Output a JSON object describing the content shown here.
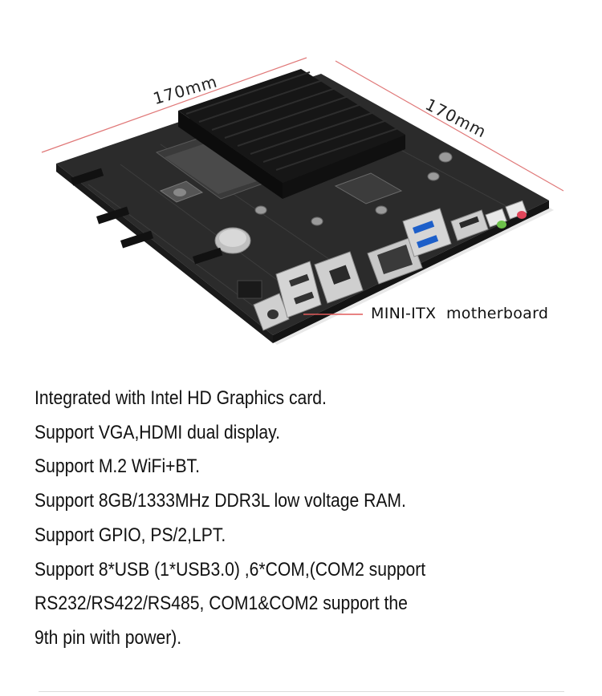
{
  "figure": {
    "dimension_width": "170mm",
    "dimension_depth": "170mm",
    "board_label": "MINI-ITX  motherboard"
  },
  "features": [
    "Integrated with Intel HD Graphics card.",
    "Support VGA,HDMI dual display.",
    "Support M.2 WiFi+BT.",
    "Support 8GB/1333MHz DDR3L low voltage RAM.",
    "Support GPIO, PS/2,LPT.",
    "Support 8*USB (1*USB3.0) ,6*COM,(COM2 support",
    "RS232/RS422/RS485, COM1&COM2 support the",
    "9th pin with power)."
  ],
  "colors": {
    "dimension_line": "#e07878",
    "pcb": "#2b2b2b",
    "heatsink": "#161616",
    "usb_blue": "#1d5fc9",
    "audio_green": "#6cc04a",
    "audio_red": "#e0455a"
  }
}
